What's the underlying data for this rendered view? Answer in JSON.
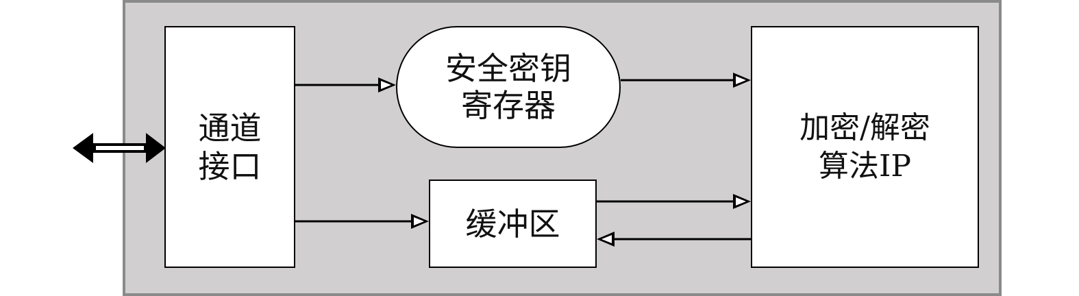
{
  "diagram": {
    "channel_interface": {
      "line1": "通道",
      "line2": "接口"
    },
    "secure_key_register": {
      "line1": "安全密钥",
      "line2": "寄存器"
    },
    "buffer": {
      "label": "缓冲区"
    },
    "crypto_ip": {
      "line1": "加密/解密",
      "line2": "算法IP"
    }
  },
  "colors": {
    "background_panel": "#d1cfd0",
    "panel_border": "#8a8a8a",
    "box_fill": "#ffffff",
    "line": "#000000"
  }
}
